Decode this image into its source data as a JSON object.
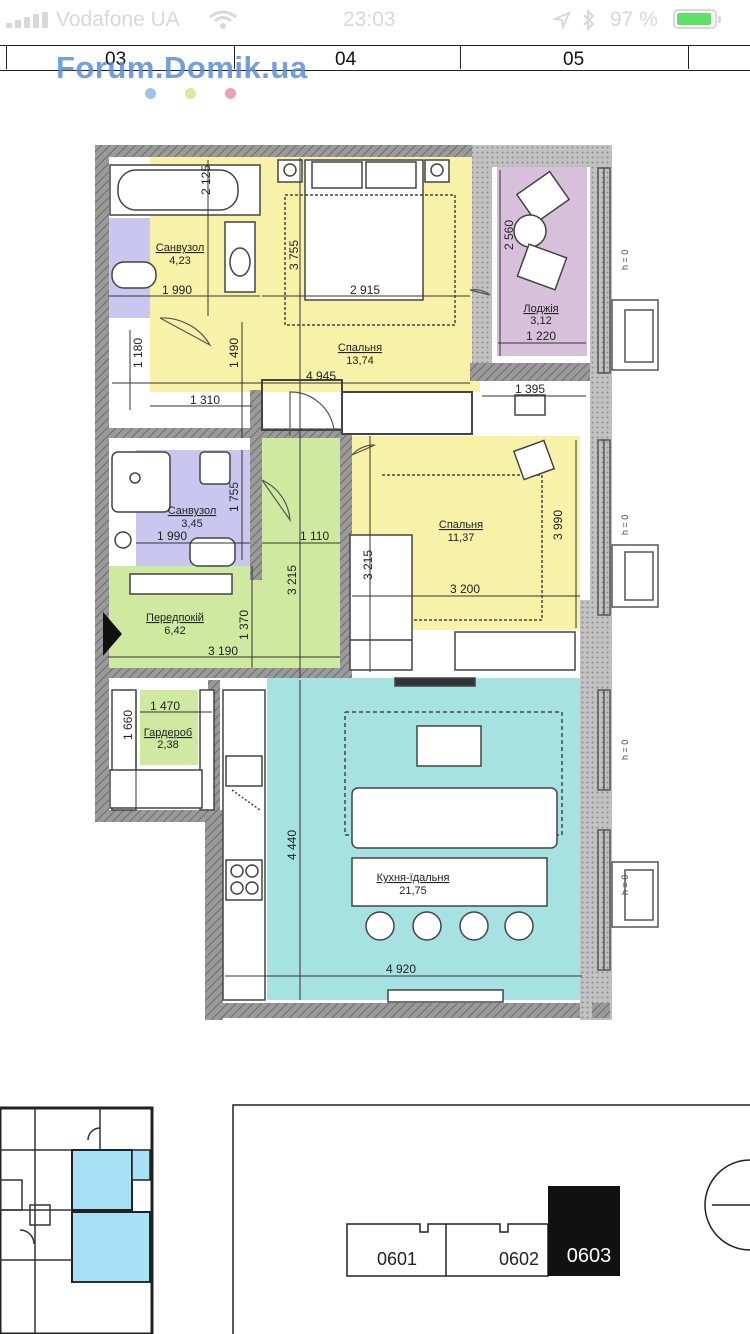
{
  "status": {
    "carrier": "Vodafone UA",
    "time": "23:03",
    "battery": "97 %"
  },
  "ruler": {
    "labels": [
      "03",
      "04",
      "05"
    ]
  },
  "watermark": "Forum.Domik.ua",
  "colors": {
    "bath": "#c9c7f0",
    "bedroom": "#f7f2a8",
    "loggia": "#d8c0dc",
    "hall": "#cfeaa0",
    "kitchen": "#a6e2e2",
    "wall": "#8a8a8a",
    "dots": [
      "#9ec3e8",
      "#e2e59a",
      "#ee9fb9"
    ],
    "mini_highlight": "#a8e0f5"
  },
  "rooms": {
    "bath1": {
      "name": "Санвузол",
      "area": "4,23"
    },
    "bedroom1": {
      "name": "Спальня",
      "area": "13,74"
    },
    "loggia": {
      "name": "Лоджія",
      "area": "3,12"
    },
    "bath2": {
      "name": "Санвузол",
      "area": "3,45"
    },
    "bedroom2": {
      "name": "Спальня",
      "area": "11,37"
    },
    "hall": {
      "name": "Передпокій",
      "area": "6,42"
    },
    "wardrobe": {
      "name": "Гардероб",
      "area": "2,38"
    },
    "kitchen": {
      "name": "Кухня-їдальня",
      "area": "21,75"
    }
  },
  "dims": {
    "d1": "2 125",
    "d2": "1 990",
    "d3": "3 755",
    "d4": "2 915",
    "d5": "2 560",
    "d6": "1 220",
    "d7": "1 180",
    "d8": "1 490",
    "d9": "4 945",
    "d10": "1 395",
    "d11": "1 310",
    "d12": "1 755",
    "d13": "1 990",
    "d14": "1 110",
    "d15": "3 215",
    "d16": "3 215",
    "d17": "3 990",
    "d18": "3 200",
    "d19": "1 370",
    "d20": "3 190",
    "d21": "1 470",
    "d22": "1 660",
    "d23": "4 440",
    "d24": "4 920"
  },
  "window_note": "h = 0",
  "units": [
    "0601",
    "0602",
    "0603"
  ],
  "icons": {
    "cursor": "cursor-arrow-icon"
  }
}
